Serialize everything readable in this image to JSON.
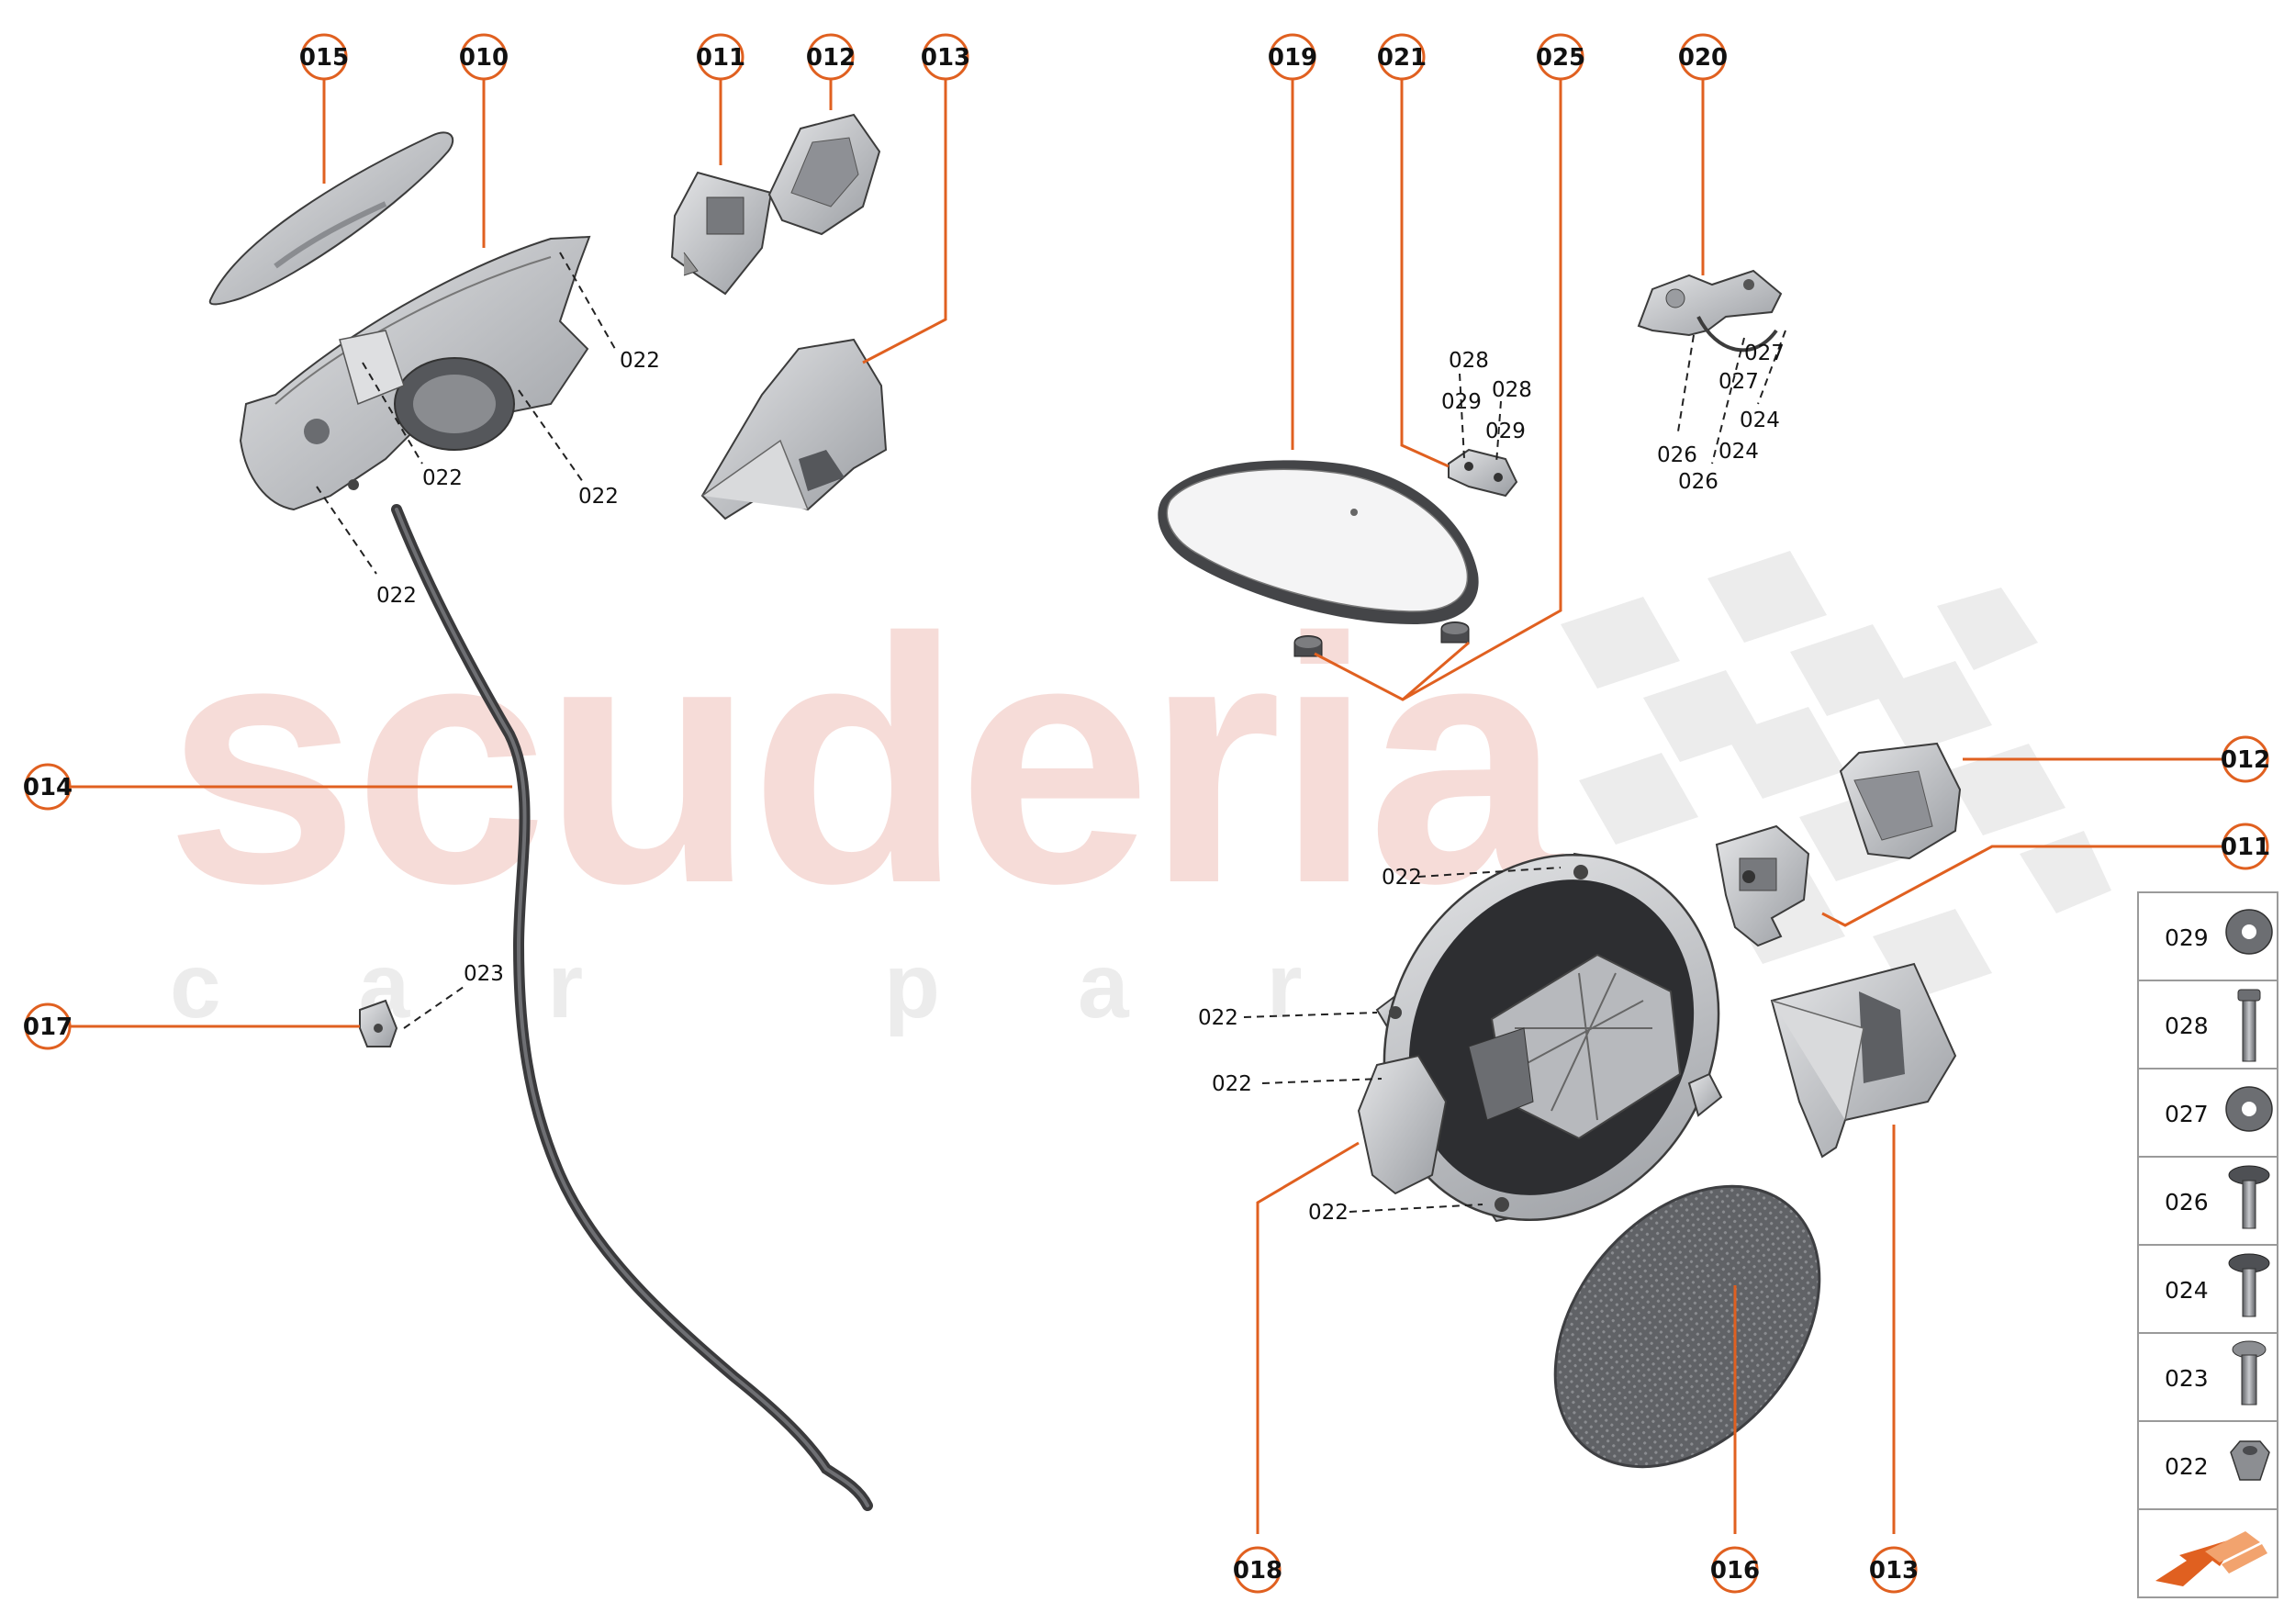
{
  "watermark": {
    "brand": "scuderia",
    "tagline": "car parts"
  },
  "colors": {
    "accent": "#e06020",
    "watermark_red": "#f6dcd8",
    "watermark_gray": "#eeeeee",
    "part_fill": "#c8cacd",
    "part_stroke": "#3c3c3c",
    "leader": "#e06020",
    "dashed": "#222222"
  },
  "callouts": {
    "c015": "015",
    "c010": "010",
    "c011_top": "011",
    "c012_top": "012",
    "c013_top": "013",
    "c019": "019",
    "c021": "021",
    "c025": "025",
    "c020": "020",
    "c014": "014",
    "c017": "017",
    "c012_right": "012",
    "c011_right": "011",
    "c018": "018",
    "c016": "016",
    "c013_bottom": "013"
  },
  "labels": {
    "l022_a": "022",
    "l022_b": "022",
    "l022_c": "022",
    "l022_d": "022",
    "l022_e": "022",
    "l022_f": "022",
    "l022_g": "022",
    "l022_h": "022",
    "l023": "023",
    "l028_a": "028",
    "l029_a": "029",
    "l028_b": "028",
    "l029_b": "029",
    "l027_a": "027",
    "l027_b": "027",
    "l024_a": "024",
    "l024_b": "024",
    "l026_a": "026",
    "l026_b": "026"
  },
  "legend": [
    {
      "code": "029",
      "icon": "washer-icon"
    },
    {
      "code": "028",
      "icon": "long-bolt-icon"
    },
    {
      "code": "027",
      "icon": "washer-icon"
    },
    {
      "code": "026",
      "icon": "screw-icon"
    },
    {
      "code": "024",
      "icon": "screw-icon"
    },
    {
      "code": "023",
      "icon": "bolt-icon"
    },
    {
      "code": "022",
      "icon": "nut-icon"
    }
  ],
  "legend_footer_icon": "next-page-arrow-icon"
}
